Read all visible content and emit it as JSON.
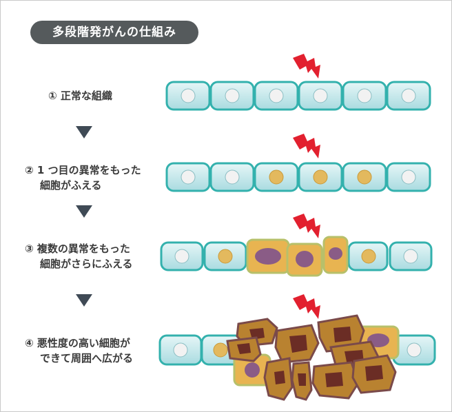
{
  "title": "多段階発がんの仕組み",
  "steps": [
    {
      "label": "① 正常な組織"
    },
    {
      "label": "② 1 つ目の異常をもった",
      "label2": "細胞がふえる"
    },
    {
      "label": "③ 複数の異常をもった",
      "label2": "細胞がさらにふえる"
    },
    {
      "label": "④ 悪性度の高い細胞が",
      "label2": "できて周囲へ広がる"
    }
  ],
  "colors": {
    "cell_fill": "#cdecef",
    "cell_border": "#33b1ad",
    "normal_nucleus": "#f2f2f2",
    "mutated_nucleus": "#e3b95e",
    "advanced_cell": "#e8b451",
    "advanced_nucleus": "#8a5c86",
    "malignant_cell": "#b98230",
    "malignant_border": "#7a4a4a",
    "malignant_nucleus": "#6b2d25",
    "lightning": "#e2202f",
    "arrow": "#3f4a55"
  }
}
